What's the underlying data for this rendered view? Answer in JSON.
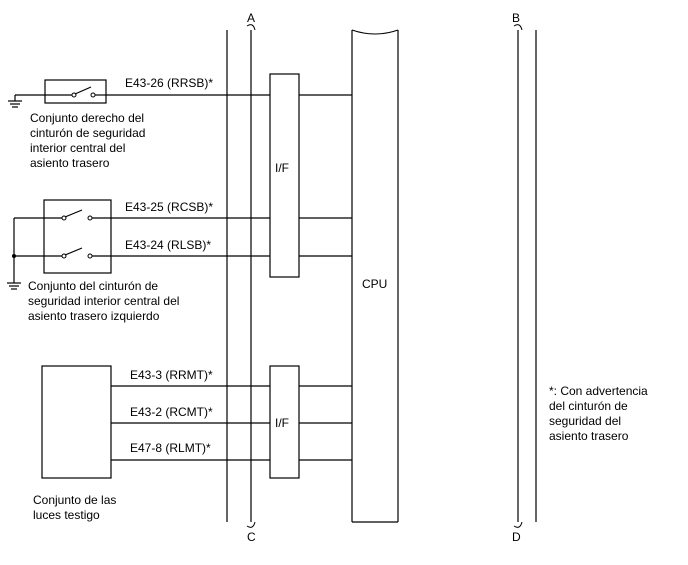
{
  "bus_labels": {
    "a": "A",
    "b": "B",
    "c": "C",
    "d": "D"
  },
  "signals": {
    "rrsb": "E43-26 (RRSB)*",
    "rcsb": "E43-25 (RCSB)*",
    "rlsb": "E43-24 (RLSB)*",
    "rrmt": "E43-3 (RRMT)*",
    "rcmt": "E43-2 (RCMT)*",
    "rlmt": "E47-8 (RLMT)*"
  },
  "blocks": {
    "if_top": "I/F",
    "if_bottom": "I/F",
    "cpu": "CPU"
  },
  "components": {
    "right_belt": [
      "Conjunto derecho del",
      "cinturón de seguridad",
      "interior central del",
      "asiento trasero"
    ],
    "left_belt": [
      "Conjunto del cinturón de",
      "seguridad interior central del",
      "asiento trasero izquierdo"
    ],
    "warning_lights": [
      "Conjunto de las",
      "luces testigo"
    ]
  },
  "note": [
    "*: Con advertencia",
    "del cinturón de",
    "seguridad del",
    "asiento trasero"
  ]
}
